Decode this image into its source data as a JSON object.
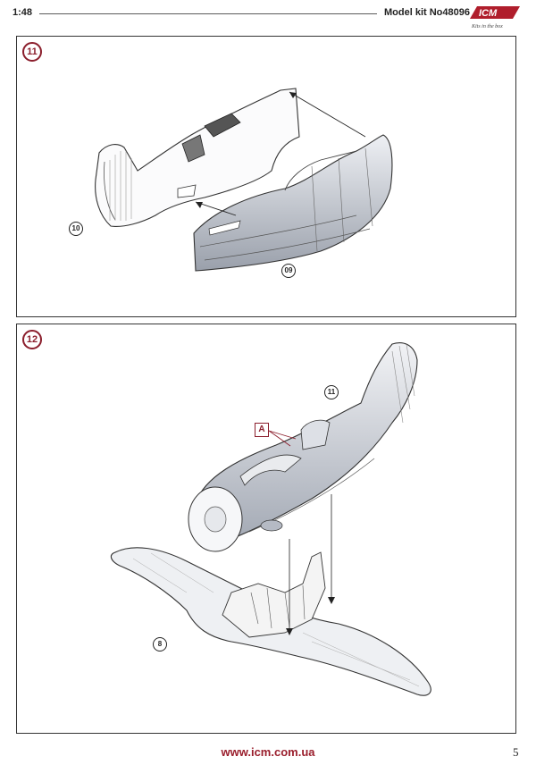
{
  "header": {
    "scale": "1:48",
    "model_kit": "Model kit No48096",
    "logo_text": "ICM",
    "logo_tagline": "Kits in the box"
  },
  "steps": [
    {
      "number": "11",
      "parts": [
        "10",
        "09"
      ]
    },
    {
      "number": "12",
      "parts": [
        "11",
        "8"
      ],
      "marker": "A"
    }
  ],
  "footer": {
    "url": "www.icm.com.ua",
    "page_number": "5"
  },
  "colors": {
    "step_red": "#8b1e2c",
    "fuselage_grey": "#c8ccd4"
  }
}
